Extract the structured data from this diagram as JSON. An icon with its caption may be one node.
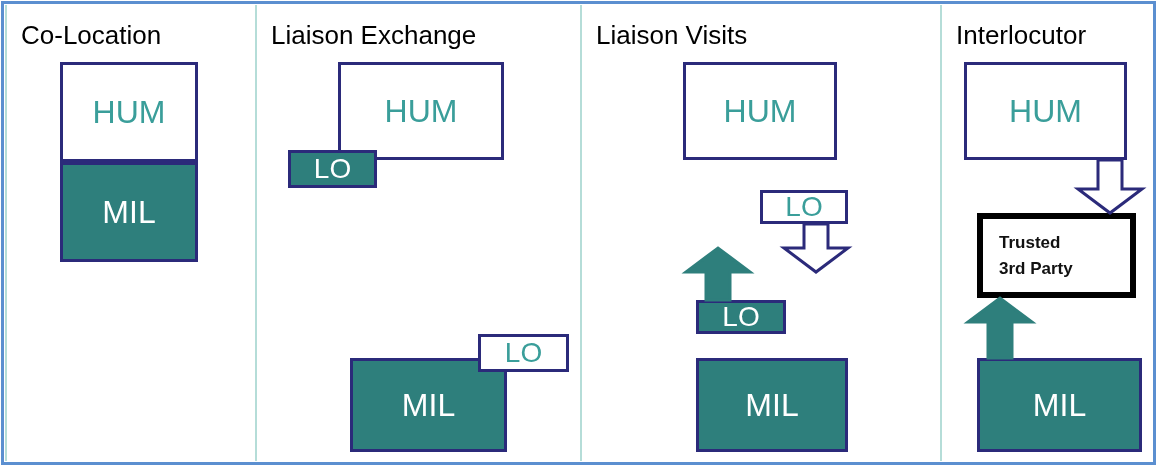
{
  "diagram": {
    "nodes": [
      {
        "text": [
          "Co-Location"
        ]
      },
      {
        "text": [
          "HUM"
        ],
        "in": 0
      },
      {
        "text": [
          "MIL"
        ],
        "in": 0
      },
      {
        "text": [
          "Liaison Exchange"
        ]
      },
      {
        "text": [
          "HUM"
        ],
        "in": 3
      },
      {
        "text": [
          "LO"
        ],
        "in": 3
      },
      {
        "text": [
          "MIL"
        ],
        "in": 3
      },
      {
        "text": [
          "LO"
        ],
        "in": 3
      },
      {
        "text": [
          "Liaison Visits"
        ]
      },
      {
        "text": [
          "HUM"
        ],
        "in": 8
      },
      {
        "text": [
          "LO"
        ],
        "in": 8
      },
      {
        "text": [
          "LO"
        ],
        "in": 8
      },
      {
        "text": [
          "MIL"
        ],
        "in": 8
      },
      {
        "text": [
          "Interlocutor"
        ]
      },
      {
        "text": [
          "HUM"
        ],
        "in": 13
      },
      {
        "text": [
          "Trusted 3rd Party"
        ],
        "in": 13
      },
      {
        "text": [
          "MIL"
        ],
        "in": 13
      }
    ],
    "edges": [
      {
        "from": 10,
        "to": null,
        "arrow": "to"
      },
      {
        "from": 11,
        "to": null,
        "arrow": "to",
        "color": "#2e7f7c"
      },
      {
        "from": 14,
        "to": 15,
        "arrow": "to"
      },
      {
        "from": 16,
        "to": 15,
        "arrow": "to",
        "color": "#2e7f7c"
      }
    ]
  }
}
